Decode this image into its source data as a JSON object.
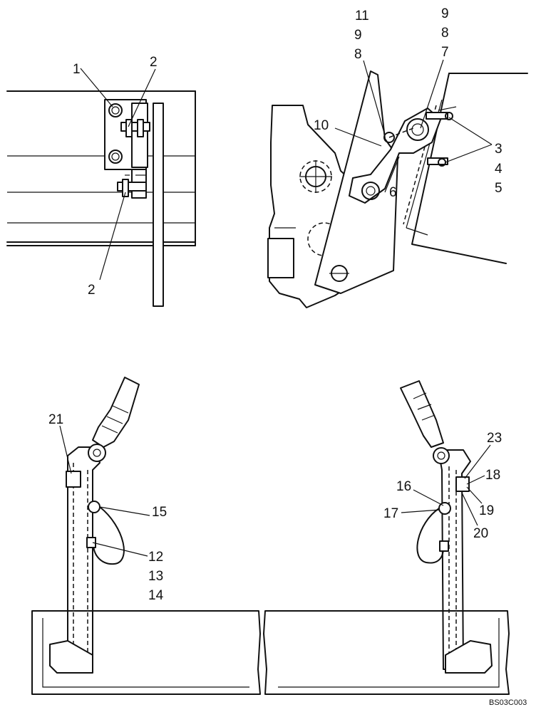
{
  "callouts": {
    "c1": "1",
    "c2a": "2",
    "c2b": "2",
    "c3": "3",
    "c4": "4",
    "c5": "5",
    "c6": "6",
    "c7": "7",
    "c8a": "8",
    "c8b": "8",
    "c9a": "9",
    "c9b": "9",
    "c10": "10",
    "c11": "11",
    "c12": "12",
    "c13": "13",
    "c14": "14",
    "c15": "15",
    "c16": "16",
    "c17": "17",
    "c18": "18",
    "c19": "19",
    "c20": "20",
    "c21": "21",
    "c23": "23"
  },
  "drawing_code": "BS03C003"
}
